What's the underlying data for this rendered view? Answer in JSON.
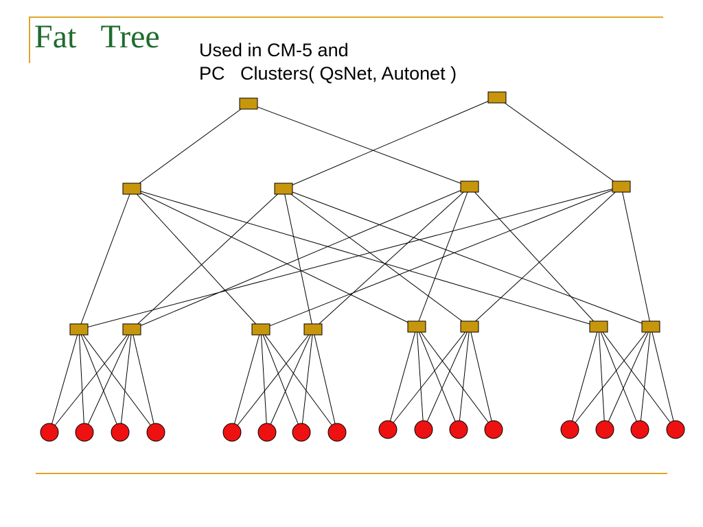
{
  "slide": {
    "title": "Fat   Tree",
    "subtitle_lines": [
      "Used in CM-5 and",
      "PC   Clusters( QsNet, Autonet )"
    ]
  },
  "colors": {
    "switch_fill": "#c8960c",
    "switch_stroke": "#000000",
    "node_fill": "#ee1111",
    "node_stroke": "#000000",
    "link": "#000000",
    "frame": "#e0a526",
    "title": "#1f6b2e"
  },
  "diagram": {
    "levels": [
      "root-switches",
      "level-2-switches",
      "level-1-switches",
      "processing-nodes"
    ],
    "root_switch_count": 2,
    "level2_switch_count": 4,
    "level1_switch_count": 8,
    "node_count": 16,
    "node_shape": "circle",
    "switch_shape": "rectangle"
  }
}
